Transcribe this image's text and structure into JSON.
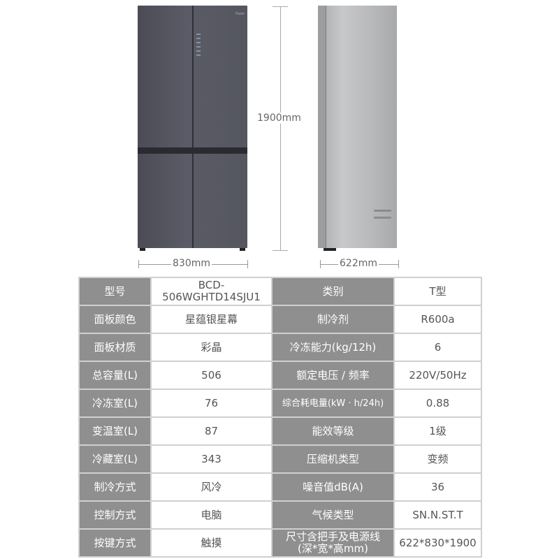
{
  "dimensions": {
    "height": "1900mm",
    "width": "830mm",
    "depth": "622mm"
  },
  "brand_logo": "Haier",
  "colors": {
    "header_cell": "#8f8f8f",
    "value_cell": "#ffffff",
    "fridge_front": "#53545e",
    "fridge_side": "#b8b9bb"
  },
  "spec_table": [
    {
      "k1": "型号",
      "v1": "BCD-506WGHTD14SJU1",
      "k2": "类别",
      "v2": "T型"
    },
    {
      "k1": "面板颜色",
      "v1": "星蕴银星幕",
      "k2": "制冷剂",
      "v2": "R600a"
    },
    {
      "k1": "面板材质",
      "v1": "彩晶",
      "k2": "冷冻能力(kg/12h)",
      "v2": "6"
    },
    {
      "k1": "总容量(L)",
      "v1": "506",
      "k2": "额定电压 / 频率",
      "v2": "220V/50Hz"
    },
    {
      "k1": "冷冻室(L)",
      "v1": "76",
      "k2": "综合耗电量(kW · h/24h)",
      "v2": "0.88"
    },
    {
      "k1": "变温室(L)",
      "v1": "87",
      "k2": "能效等级",
      "v2": "1级"
    },
    {
      "k1": "冷藏室(L)",
      "v1": "343",
      "k2": "压缩机类型",
      "v2": "变频"
    },
    {
      "k1": "制冷方式",
      "v1": "风冷",
      "k2": "噪音值dB(A)",
      "v2": "36"
    },
    {
      "k1": "控制方式",
      "v1": "电脑",
      "k2": "气候类型",
      "v2": "SN.N.ST.T"
    },
    {
      "k1": "按键方式",
      "v1": "触摸",
      "k2": "尺寸含把手及电源线\n(深*宽*高mm)",
      "v2": "622*830*1900"
    }
  ]
}
